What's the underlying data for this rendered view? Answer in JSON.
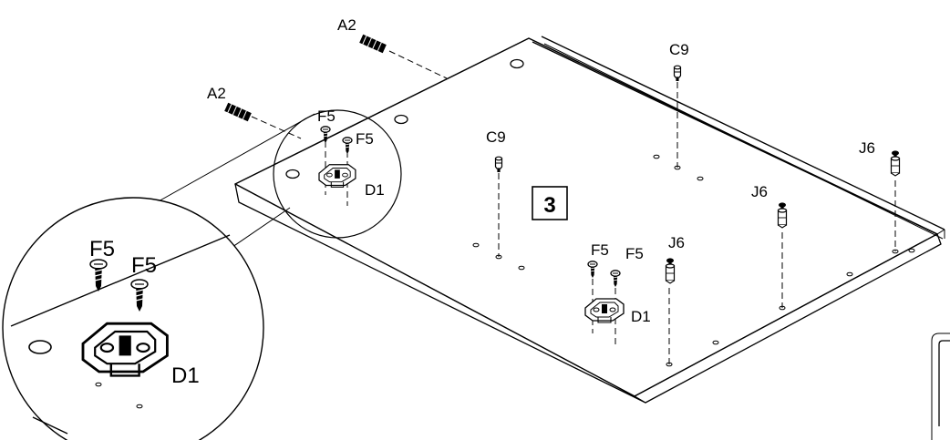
{
  "step_number": "3",
  "labels": {
    "a2_top": "A2",
    "a2_left": "A2",
    "c9_back": "C9",
    "c9_mid": "C9",
    "f5_circle_1": "F5",
    "f5_circle_2": "F5",
    "d1_circle": "D1",
    "f5_zoom_1": "F5",
    "f5_zoom_2": "F5",
    "d1_zoom": "D1",
    "f5_front_1": "F5",
    "f5_front_2": "F5",
    "d1_front": "D1",
    "j6_front": "J6",
    "j6_mid": "J6",
    "j6_right": "J6"
  }
}
